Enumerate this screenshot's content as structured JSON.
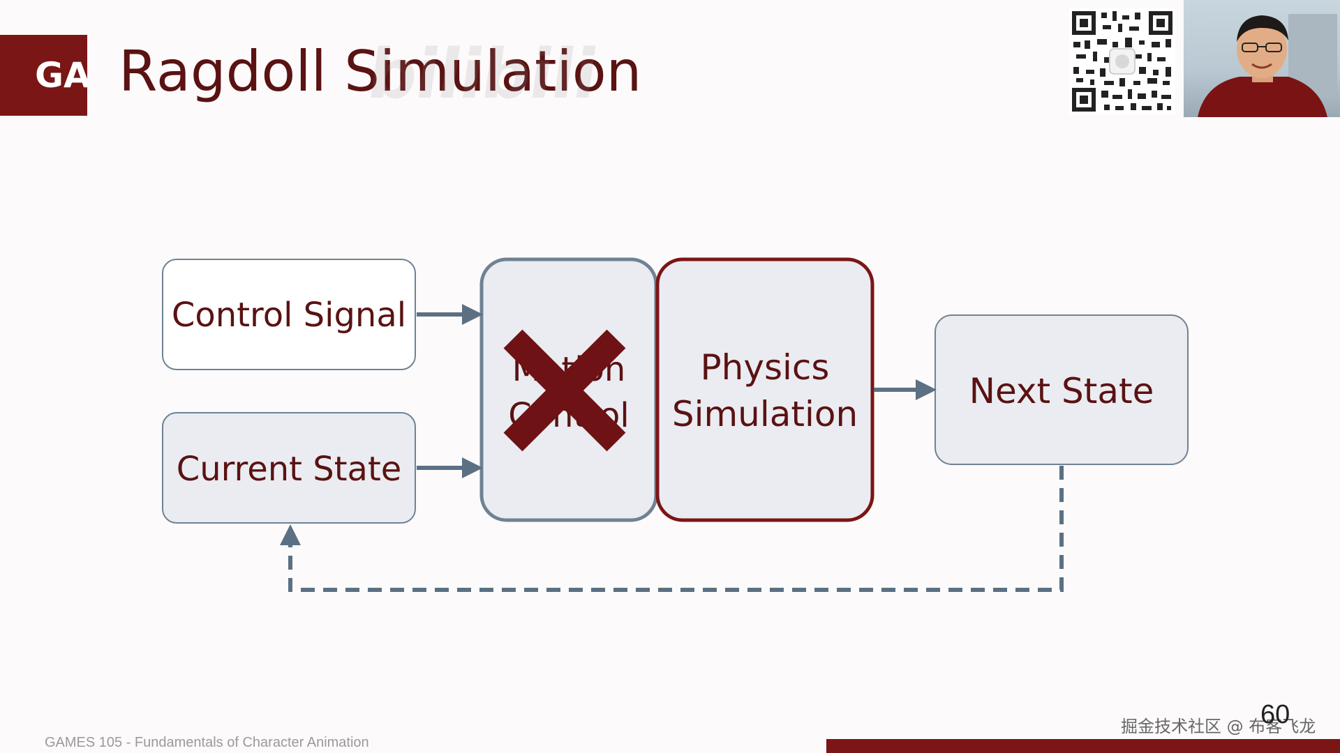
{
  "header": {
    "logo_text": "GA",
    "title": "Ragdoll Simulation",
    "watermark_logo": "bilibili"
  },
  "diagram": {
    "control_signal": "Control Signal",
    "current_state": "Current State",
    "motion_control_line1": "Motion",
    "motion_control_line2": "Control",
    "physics_line1": "Physics",
    "physics_line2": "Simulation",
    "next_state": "Next State"
  },
  "footer": {
    "course": "GAMES 105 - Fundamentals of Character Animation",
    "page_number": "60",
    "community_watermark": "掘金技术社区 @ 布客飞龙"
  },
  "colors": {
    "brand_red": "#7a1616",
    "text_red": "#5a1212",
    "arrow_blue": "#5b7083",
    "box_fill": "#eaecf1",
    "box_stroke": "#6f8294"
  }
}
